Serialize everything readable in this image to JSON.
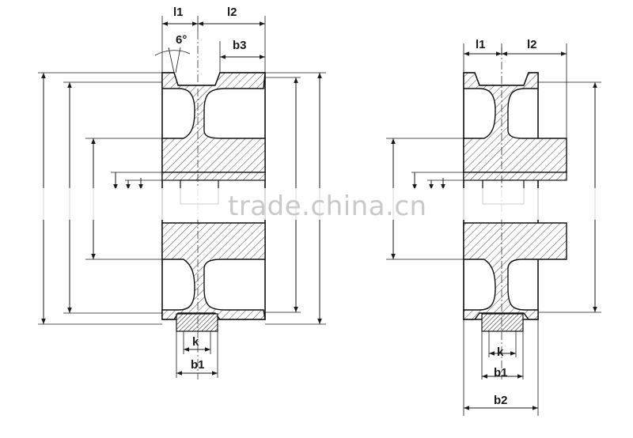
{
  "left_view": {
    "labels": {
      "l1": "l1",
      "l2": "l2",
      "angle": "6°",
      "b3": "b3",
      "k": "k",
      "b1": "b1"
    }
  },
  "right_view": {
    "labels": {
      "l1": "l1",
      "l2": "l2",
      "k": "k",
      "b1": "b1",
      "b2": "b2"
    }
  },
  "watermark": "trade.china.cn"
}
